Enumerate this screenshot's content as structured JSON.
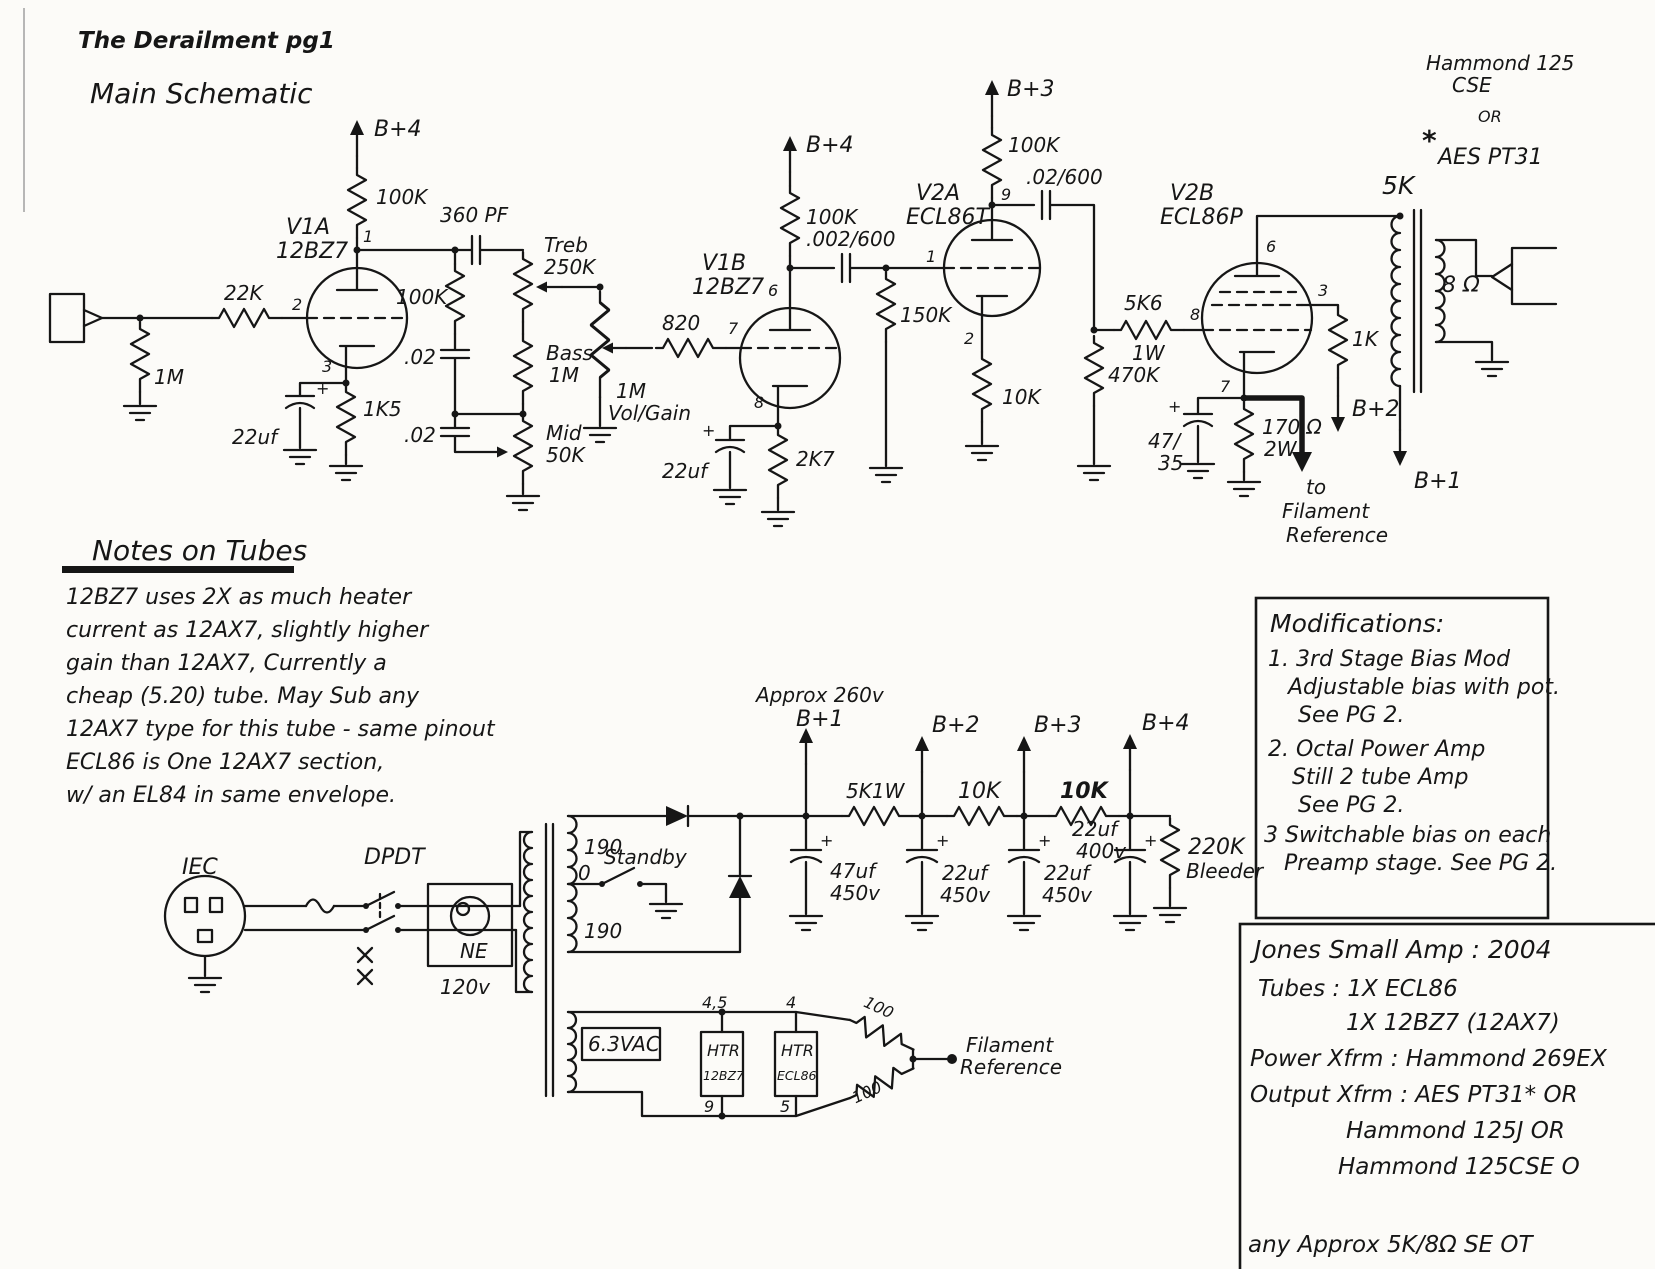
{
  "sym": {
    "plus": "+"
  },
  "hdr": {
    "title": "The Derailment pg1",
    "subtitle": "Main Schematic",
    "ham1": "Hammond 125",
    "ham2": "CSE",
    "or": "OR",
    "star": "*",
    "aes": "AES PT31"
  },
  "m": {
    "b4a": "B+4",
    "r100k_1": "100K",
    "v1a": "V1A",
    "v1a_t": "12BZ7",
    "p1": "1",
    "p2": "2",
    "p3": "3",
    "r22k": "22K",
    "r1m_in": "1M",
    "c22_1": "22uf",
    "r1k5": "1K5",
    "c360": "360 PF",
    "treb": "Treb",
    "treb_v": "250K",
    "r100k_slope": "100K",
    "c02a": ".02",
    "bass": "Bass",
    "bass_v": "1M",
    "c02b": ".02",
    "mid": "Mid",
    "mid_v": "50K",
    "vol_v": "1M",
    "vol": "Vol/Gain",
    "b4b": "B+4",
    "r100k_2": "100K",
    "v1b": "V1B",
    "v1b_t": "12BZ7",
    "p6": "6",
    "p7": "7",
    "p8": "8",
    "r820": "820",
    "c22_2": "22uf",
    "r2k7": "2K7",
    "c002": ".002/600",
    "r150k": "150K",
    "v2a": "V2A",
    "v2a_t": "ECL86T",
    "p9": "9",
    "p1b": "1",
    "p2b": "2",
    "r10k": "10K",
    "b3": "B+3",
    "r100k_3": "100K",
    "c02c": ".02/600",
    "r470k": "470K",
    "r5k6": "5K6",
    "r5k6_w": "1W",
    "p8b": "8",
    "v2b": "V2B",
    "v2b_t": "ECL86P",
    "p6b": "6",
    "p3b": "3",
    "r1k": "1K",
    "b2": "B+2",
    "p7b": "7",
    "c47": "47/",
    "c47b": "35",
    "r170": "170 Ω",
    "r170_w": "2W",
    "fil_to": "to",
    "fil1": "Filament",
    "fil2": "Reference",
    "ot_p": "5K",
    "ot_s": "8 Ω",
    "b1": "B+1"
  },
  "nt": {
    "h": "Notes on Tubes",
    "l1": "12BZ7 uses 2X as much heater",
    "l2": "current as 12AX7, slightly higher",
    "l3": "gain than 12AX7, Currently a",
    "l4": "cheap (5.20) tube.  May Sub any",
    "l5": "12AX7 type for this tube - same pinout",
    "l6": "ECL86 is One 12AX7 section,",
    "l7": "w/ an EL84 in same envelope."
  },
  "ps": {
    "approx": "Approx 260v",
    "b1": "B+1",
    "b2": "B+2",
    "b3": "B+3",
    "b4": "B+4",
    "r1": "5K1W",
    "r2": "10K",
    "r3": "10K",
    "c1": "47uf",
    "c1v": "450v",
    "c2": "22uf",
    "c2v": "450v",
    "c3": "22uf",
    "c3v": "450v",
    "c4": "22uf",
    "c4v": "400v",
    "bl1": "220K",
    "bl2": "Bleeder",
    "t1": "190",
    "t0": "0",
    "t2": "190",
    "stby": "Standby",
    "iec": "IEC",
    "dpdt": "DPDT",
    "ne": "NE",
    "v120": "120v",
    "heat": "6.3VAC",
    "p45": "4,5",
    "p4": "4",
    "htr1": "HTR",
    "htr2": "HTR",
    "tb1": "12BZ7",
    "tb2": "ECL86",
    "p9": "9",
    "p5": "5",
    "ra": "100",
    "rb": "100",
    "fil1": "Filament",
    "fil2": "Reference"
  },
  "mod": {
    "t": "Modifications:",
    "l1": "1. 3rd Stage Bias Mod",
    "l2": "Adjustable bias with pot.",
    "l3": "See PG 2.",
    "l4": "2. Octal Power Amp",
    "l5": "Still 2 tube Amp",
    "l6": "See PG 2.",
    "l7": "3 Switchable bias on each",
    "l8": "Preamp stage.  See PG 2."
  },
  "bld": {
    "l1": "Jones Small Amp : 2004",
    "l2": "Tubes : 1X ECL86",
    "l3": "1X 12BZ7 (12AX7)",
    "l4": "Power Xfrm : Hammond 269EX",
    "l5": "Output Xfrm : AES PT31* OR",
    "l6": "Hammond 125J OR",
    "l7": "Hammond 125CSE O",
    "l8": "any Approx 5K/8Ω SE OT"
  }
}
